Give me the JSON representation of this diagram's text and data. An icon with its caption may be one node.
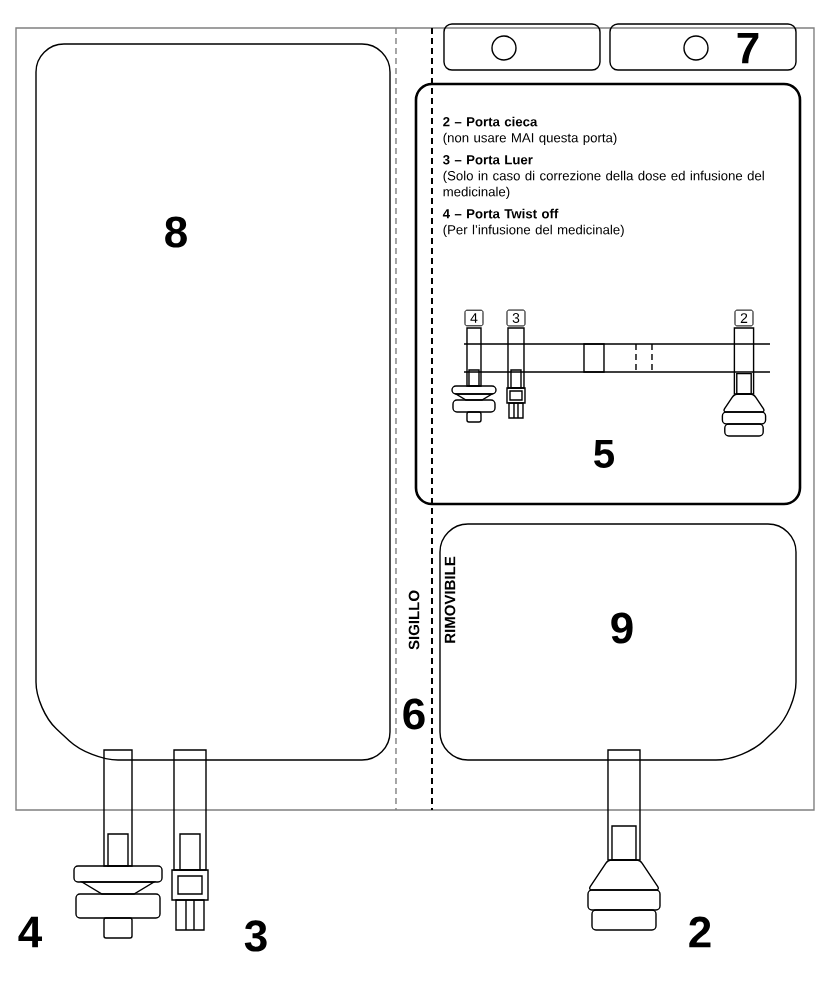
{
  "diagram": {
    "nodes": [
      {
        "text": [
          "8"
        ]
      },
      {
        "text": [
          "**2 – Porta cieca**",
          "(non usare MAI questa porta)",
          "**3 – Porta Luer**",
          "(Solo in caso di correzione della dose ed infusione del medicinale)",
          "**4 – Porta Twist off**",
          "(Per l’infusione del medicinale)",
          "5"
        ]
      },
      {
        "text": [
          "9"
        ]
      }
    ],
    "labels": [
      "7",
      "4",
      "3",
      "2",
      "SIGILLO",
      "RIMOVIBILE",
      "6",
      "4",
      "3",
      "2"
    ]
  }
}
